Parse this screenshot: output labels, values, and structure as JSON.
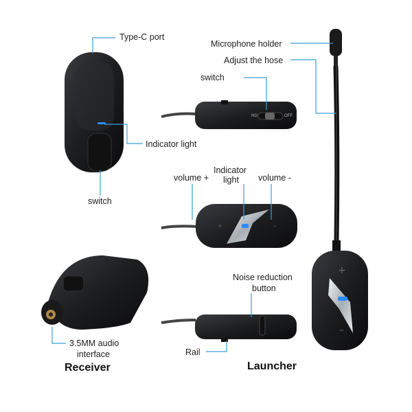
{
  "labels": {
    "typec_port": "Type-C port",
    "indicator_light_receiver": "Indicator light",
    "switch_receiver": "switch",
    "audio_interface_line1": "3.5MM audio",
    "audio_interface_line2": "interface",
    "receiver_title": "Receiver",
    "switch_launcher": "switch",
    "volume_plus": "volume +",
    "indicator_light_launcher_line1": "Indicator",
    "indicator_light_launcher_line2": "light",
    "volume_minus": "volume -",
    "noise_reduction_line1": "Noise reduction",
    "noise_reduction_line2": "button",
    "rail": "Rail",
    "launcher_title": "Launcher",
    "microphone_holder": "Microphone holder",
    "adjust_hose": "Adjust the hose",
    "switch_no": "NO",
    "switch_off": "OFF"
  },
  "colors": {
    "callout_line": "#3a9fd6",
    "device_body": "#1b1c1e",
    "indicator_blue": "#2a8cff",
    "chrome": "#c9ced4"
  }
}
